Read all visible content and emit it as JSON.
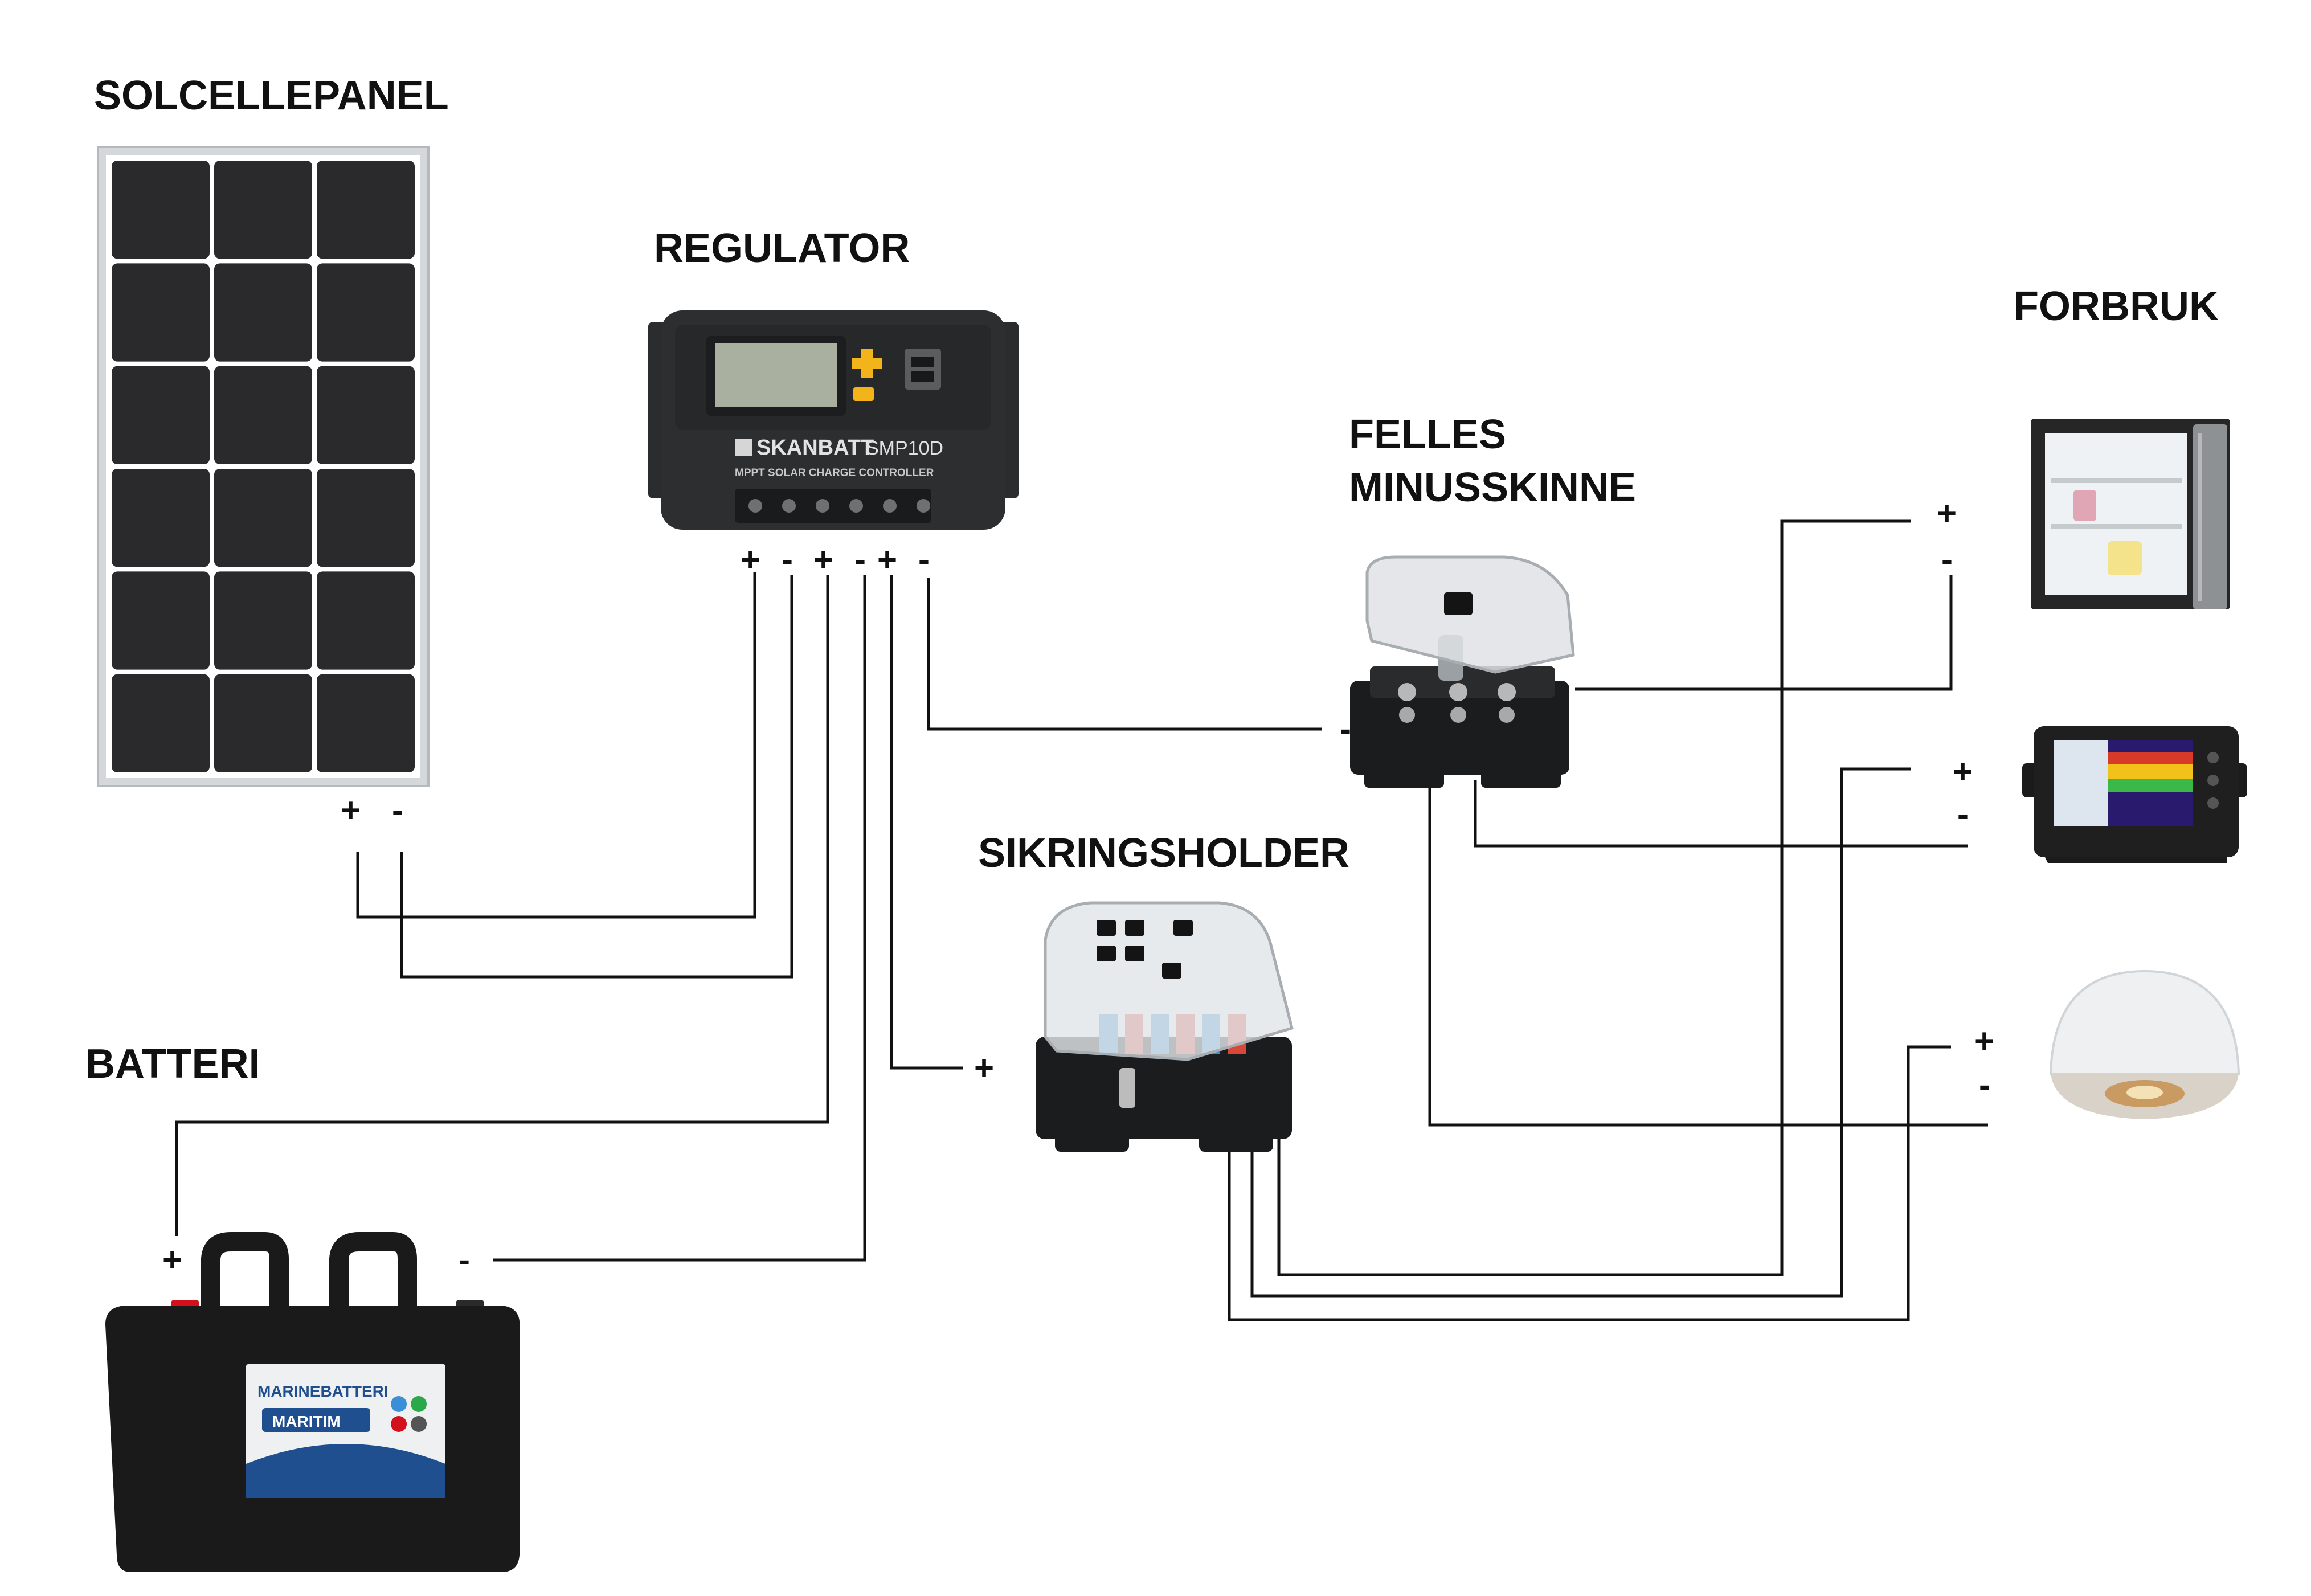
{
  "labels": {
    "solar_panel": "SOLCELLEPANEL",
    "regulator": "REGULATOR",
    "consumption": "FORBRUK",
    "common_negative_bus_line1": "FELLES",
    "common_negative_bus_line2": "MINUSSKINNE",
    "fuse_holder": "SIKRINGSHOLDER",
    "battery": "BATTERI"
  },
  "signs": {
    "plus": "+",
    "minus": "-"
  },
  "device_text": {
    "regulator_brand": "SKANBATT",
    "regulator_model": "SMP10D",
    "regulator_subtitle": "MPPT SOLAR CHARGE CONTROLLER",
    "battery_label": "MARINEBATTERI",
    "battery_brand": "MARITIM"
  },
  "icons": {
    "solar_panel": "solar-panel-icon",
    "charge_regulator": "charge-regulator-icon",
    "bus_bar": "bus-bar-icon",
    "fuse_block": "fuse-block-icon",
    "battery": "battery-icon",
    "fridge": "fridge-icon",
    "chart_plotter": "chart-plotter-icon",
    "lamp": "lamp-icon"
  },
  "colors": {
    "wire": "#111111",
    "panel_cell": "#2a2a2c",
    "panel_frame": "#c9ccce",
    "regulator_body": "#2c2e30",
    "regulator_display": "#a9b0a0",
    "regulator_accent": "#f2b31b",
    "fuse_blue": "#3a8fd8",
    "fuse_red": "#d8473a",
    "battery_terminal": "#d2111c",
    "battery_label_blue": "#1f4f8f"
  }
}
